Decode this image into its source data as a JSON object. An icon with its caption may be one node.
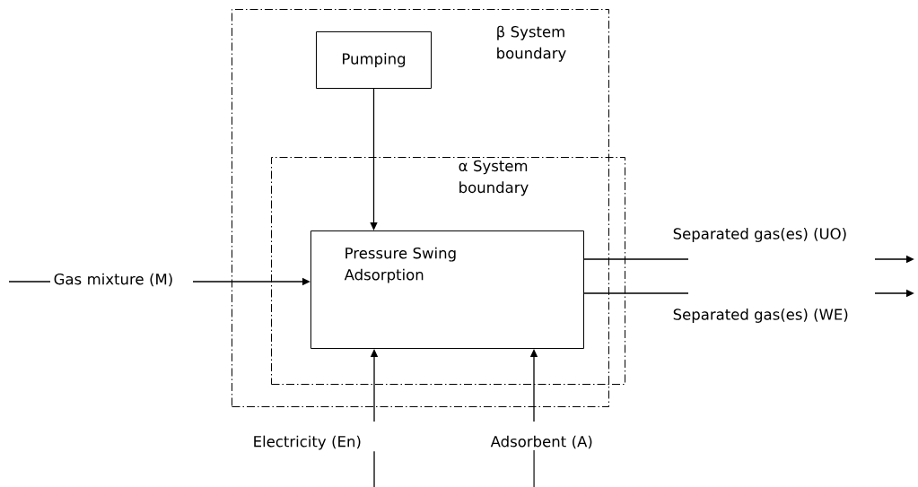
{
  "diagram": {
    "nodes": [
      {
        "text": [
          "β System boundary"
        ]
      },
      {
        "text": [
          "Pumping"
        ],
        "in": 0
      },
      {
        "text": [
          "α System boundary"
        ],
        "in": 0
      },
      {
        "text": [
          "Pressure Swing Adsorption"
        ],
        "in": 2
      },
      {
        "text": [
          "Gas mixture (M)"
        ]
      },
      {
        "text": [
          "Electricity (En)"
        ]
      },
      {
        "text": [
          "Adsorbent (A)"
        ]
      }
    ],
    "edges": [
      {
        "from": 1,
        "to": 3,
        "arrow": "to"
      },
      {
        "from": null,
        "to": 4,
        "arrow": "none"
      },
      {
        "from": 4,
        "to": 3,
        "arrow": "to"
      },
      {
        "from": 3,
        "to": null,
        "arrow": "to",
        "label": "Separated gas(es) (UO)"
      },
      {
        "from": 3,
        "to": null,
        "arrow": "to",
        "label": "Separated gas(es) (WE)"
      },
      {
        "from": null,
        "to": 5,
        "arrow": "none"
      },
      {
        "from": 5,
        "to": 3,
        "arrow": "to"
      },
      {
        "from": null,
        "to": 6,
        "arrow": "none"
      },
      {
        "from": 6,
        "to": 3,
        "arrow": "to"
      }
    ]
  }
}
